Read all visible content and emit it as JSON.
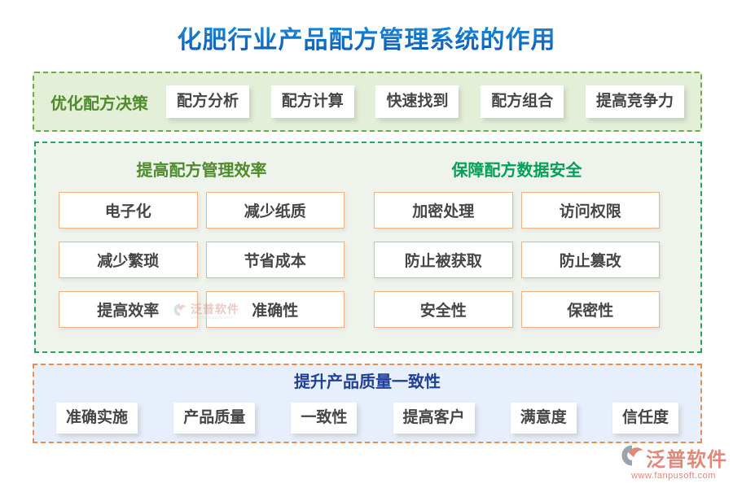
{
  "title": "化肥行业产品配方管理系统的作用",
  "optimize": {
    "label": "优化配方决策",
    "items": [
      "配方分析",
      "配方计算",
      "快速找到",
      "配方组合",
      "提高竞争力"
    ]
  },
  "middle": {
    "columns": [
      {
        "header": "提高配方管理效率",
        "items": [
          "电子化",
          "减少纸质",
          "减少繁琐",
          "节省成本",
          "提高效率",
          "准确性"
        ]
      },
      {
        "header": "保障配方数据安全",
        "items": [
          "加密处理",
          "访问权限",
          "防止被获取",
          "防止篡改",
          "安全性",
          "保密性"
        ]
      }
    ]
  },
  "quality": {
    "header": "提升产品质量一致性",
    "items": [
      "准确实施",
      "产品质量",
      "一致性",
      "提高客户",
      "满意度",
      "信任度"
    ]
  },
  "watermark": {
    "brand": "泛普软件",
    "sub": "www.fanpusoft.com"
  },
  "footer": {
    "brand": "泛普软件",
    "url": "www.fanpusoft.com"
  },
  "colors": {
    "title_gradient_top": "#1e93da",
    "title_gradient_bottom": "#0a58b4",
    "section1_bg": "#e4efd8",
    "section1_border": "#74a74e",
    "label_green_olive": "#4e8c2b",
    "section2_bg": "#eef3eb",
    "section2_border": "#27a35f",
    "header_green_emerald": "#00a05a",
    "box_border_orange": "#f0b183",
    "box_text_gray": "#474645",
    "section3_bg": "#e6effb",
    "section3_border": "#e98f4e",
    "header_blue": "#1f4193",
    "brand_salmon": "#e0887a"
  }
}
